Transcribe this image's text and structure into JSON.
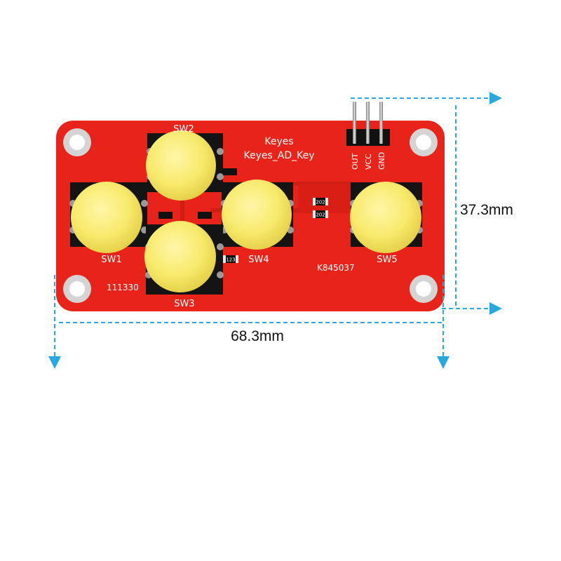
{
  "board": {
    "brand": "Keyes",
    "model": "Keyes_AD_Key",
    "part_code": "K845037",
    "serial": "111330",
    "colors": {
      "pcb": "#e8241a",
      "cap": "#f8ea6c",
      "switch_base": "#141414",
      "silkscreen": "#ffffff",
      "pin_gold": "#c9a64a"
    },
    "pins": [
      {
        "label": "OUT"
      },
      {
        "label": "VCC"
      },
      {
        "label": "GND"
      }
    ],
    "switches": [
      {
        "label": "SW1"
      },
      {
        "label": "SW2"
      },
      {
        "label": "SW3"
      },
      {
        "label": "SW4"
      },
      {
        "label": "SW5"
      }
    ],
    "resistors": [
      {
        "label": "202"
      },
      {
        "label": "202"
      },
      {
        "label": "123"
      }
    ]
  },
  "dimensions": {
    "width_label": "68.3mm",
    "height_label": "37.3mm",
    "arrow_color": "#29a8e0"
  }
}
